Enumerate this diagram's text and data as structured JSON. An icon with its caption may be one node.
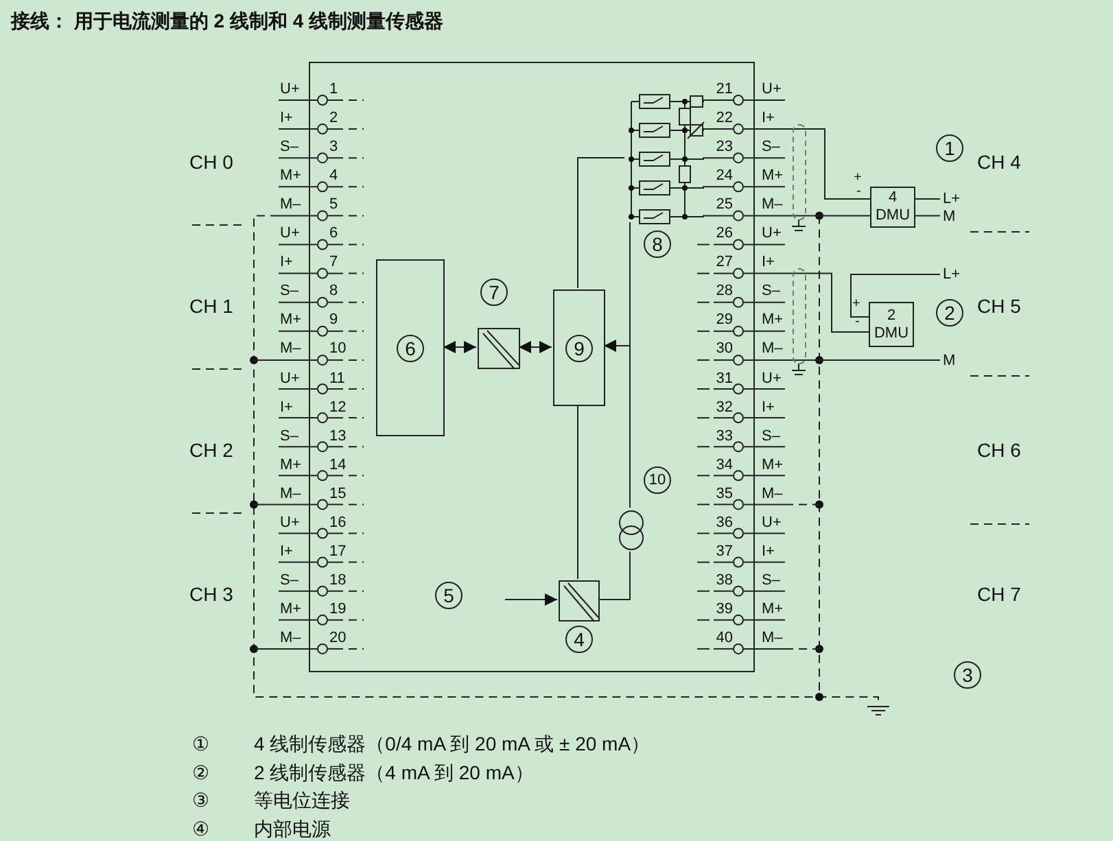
{
  "diagram": {
    "title": "接线： 用于电流测量的 2 线制和 4 线制测量传感器",
    "nodes": [
      {
        "text": [],
        "shape": "box"
      },
      {
        "text": [
          "6"
        ],
        "in": 0
      },
      {
        "text": [],
        "shape": "box",
        "beside": [
          "7"
        ],
        "in": 0
      },
      {
        "text": [
          "9"
        ],
        "in": 0
      },
      {
        "text": [],
        "shape": "box",
        "beside": [
          "4"
        ],
        "in": 0
      },
      {
        "text": [],
        "shape": "circle",
        "beside": [
          "10"
        ],
        "in": 0
      },
      {
        "text": [],
        "shape": "picture",
        "beside": [
          "8"
        ],
        "in": 0
      },
      {
        "text": [
          "4 DMU"
        ]
      },
      {
        "text": [
          "2 DMU"
        ]
      }
    ],
    "edges": [
      {
        "from": 1,
        "to": 2,
        "arrow": "both"
      },
      {
        "from": 2,
        "to": 3,
        "arrow": "both"
      },
      {
        "from": 3,
        "to": 4,
        "arrow": "none"
      },
      {
        "from": null,
        "to": 4,
        "arrow": "to"
      },
      {
        "from": 4,
        "to": 5,
        "arrow": "none"
      },
      {
        "from": 5,
        "to": 6,
        "arrow": "none"
      },
      {
        "from": 6,
        "to": 3,
        "arrow": "none"
      },
      {
        "from": 6,
        "to": 3,
        "arrow": "to"
      }
    ],
    "labels": [
      "CH 0",
      "CH 1",
      "CH 2",
      "CH 3",
      "CH 4",
      "CH 5",
      "CH 6",
      "CH 7",
      "1",
      "U+",
      "2",
      "I+",
      "3",
      "S–",
      "4",
      "M+",
      "5",
      "M–",
      "6",
      "U+",
      "7",
      "I+",
      "8",
      "S–",
      "9",
      "M+",
      "10",
      "M–",
      "11",
      "U+",
      "12",
      "I+",
      "13",
      "S–",
      "14",
      "M+",
      "15",
      "M–",
      "16",
      "U+",
      "17",
      "I+",
      "18",
      "S–",
      "19",
      "M+",
      "20",
      "M–",
      "21",
      "U+",
      "22",
      "I+",
      "23",
      "S–",
      "24",
      "M+",
      "25",
      "M–",
      "26",
      "U+",
      "27",
      "I+",
      "28",
      "S–",
      "29",
      "M+",
      "30",
      "M–",
      "31",
      "U+",
      "32",
      "I+",
      "33",
      "S–",
      "34",
      "M+",
      "35",
      "M–",
      "36",
      "U+",
      "37",
      "I+",
      "38",
      "S–",
      "39",
      "M+",
      "40",
      "M–",
      "1",
      "2",
      "3",
      "5",
      "L+",
      "M",
      "L+",
      "M",
      "+",
      "-",
      "+",
      "-",
      "①",
      "4 线制传感器（0/4 mA 到 20 mA 或 ± 20 mA）",
      "②",
      "2 线制传感器（4 mA 到 20 mA）",
      "③",
      "等电位连接",
      "④",
      "内部电源"
    ]
  }
}
